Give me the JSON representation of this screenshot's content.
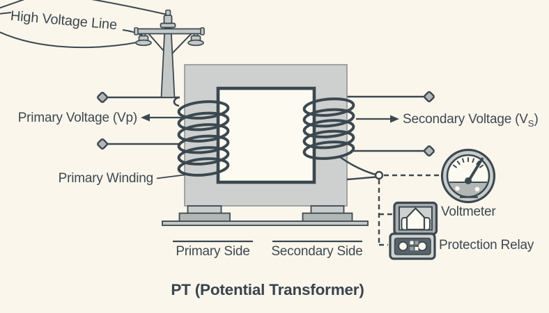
{
  "diagram": {
    "title": "PT (Potential Transformer)",
    "labels": {
      "high_voltage_line": "High Voltage Line",
      "primary_voltage": "Primary Voltage (Vp)",
      "secondary_voltage_prefix": "Secondary Voltage (V",
      "secondary_voltage_sub": "S",
      "secondary_voltage_suffix": ")",
      "primary_winding": "Primary Winding",
      "voltmeter": "Voltmeter",
      "protection_relay": "Protection Relay",
      "primary_side": "Primary Side",
      "secondary_side": "Secondary Side"
    },
    "icons": {
      "voltmeter": "analog-gauge-icon",
      "protection_relay": "relay-device-icon",
      "high_voltage": "utility-pole-icon"
    },
    "colors": {
      "background": "#fbf6ec",
      "ink": "#3c4850",
      "core_gray": "#cdd0cf",
      "metal_gray": "#b2b7b6",
      "light_gray": "#c8cccb",
      "face": "#fdfaf1"
    }
  }
}
